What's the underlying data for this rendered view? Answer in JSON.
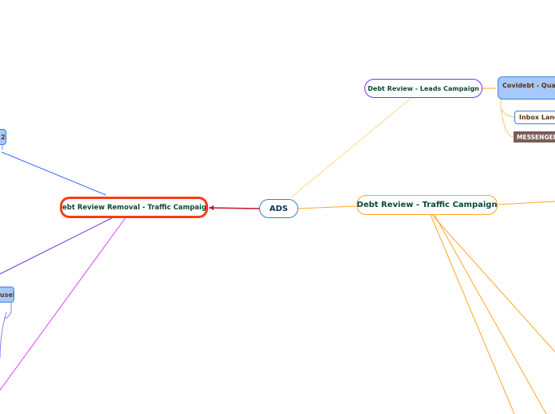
{
  "root": {
    "label": "ADS"
  },
  "nodes": {
    "removal": "Debt Review Removal - Traffic Campaign",
    "leads": "Debt Review - Leads Campaign",
    "traffic": "Debt Review - Traffic Campaign",
    "covidebt": "Covidebt - Qualify",
    "inbox": "Inbox Landi",
    "messenger": "MESSENGER",
    "left_top": "2",
    "left_carousel": "usel"
  },
  "colors": {
    "removal_border": "#ff3b0f",
    "leads_border": "#7b2ff0",
    "traffic_border": "#ffa726",
    "root_border": "#3f7fb5",
    "removal_link": "#c8102e"
  }
}
